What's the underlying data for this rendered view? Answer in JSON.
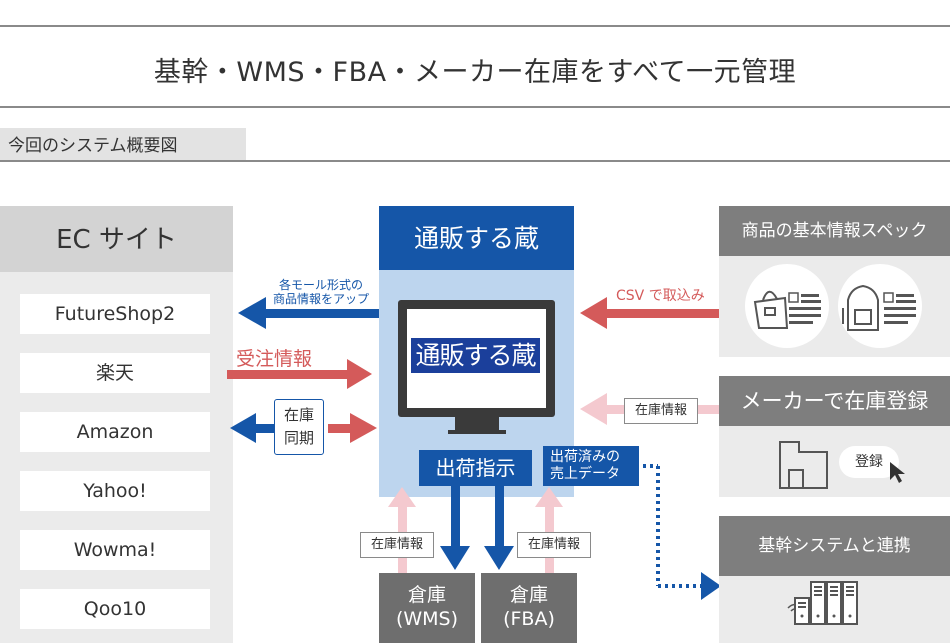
{
  "header": {
    "title": "基幹・WMS・FBA・メーカー在庫をすべて一元管理"
  },
  "section": {
    "label": "今回のシステム概要図"
  },
  "ec": {
    "title": "EC サイト",
    "sites": [
      "FutureShop2",
      "楽天",
      "Amazon",
      "Yahoo!",
      "Wowma!",
      "Qoo10"
    ]
  },
  "center": {
    "title": "通販する蔵",
    "screen_logo": "通販する蔵"
  },
  "flows": {
    "upload_line1": "各モール形式の",
    "upload_line2": "商品情報をアップ",
    "orders": "受注情報",
    "sync_line1": "在庫",
    "sync_line2": "同期",
    "csv": "CSV で取込み",
    "stock_info_right": "在庫情報",
    "ship_instruction": "出荷指示",
    "sales_line1": "出荷済みの",
    "sales_line2": "売上データ",
    "stock_info_wms": "在庫情報",
    "stock_info_fba": "在庫情報"
  },
  "warehouses": [
    {
      "line1": "倉庫",
      "line2": "(WMS)"
    },
    {
      "line1": "倉庫",
      "line2": "(FBA)"
    }
  ],
  "right": {
    "spec_title": "商品の基本情報スペック",
    "maker_title": "メーカーで在庫登録",
    "register_button": "登録",
    "core_title": "基幹システムと連携"
  },
  "colors": {
    "brand_blue": "#1556a8",
    "light_blue": "#bdd5ee",
    "red": "#d45a5a",
    "pink": "#f4c9cf",
    "gray": "#6e6e6e"
  },
  "icons": [
    "handbag-icon",
    "backpack-icon",
    "spec-sheet-icon",
    "building-icon",
    "pointer-cursor-icon",
    "server-icon",
    "wifi-icon"
  ]
}
